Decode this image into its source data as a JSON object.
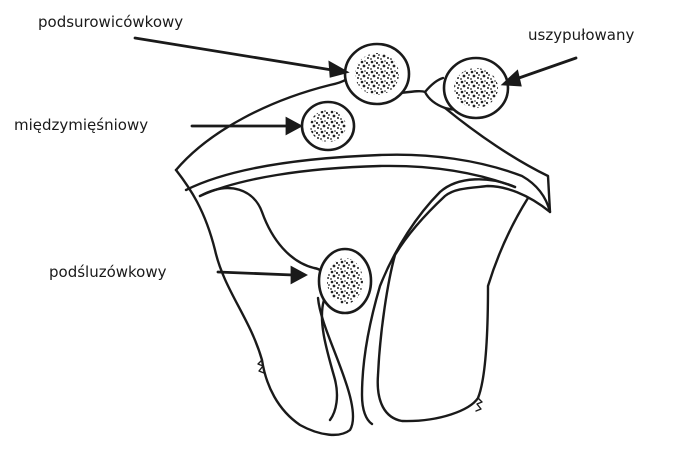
{
  "labels": {
    "subserosal": "podsurowicówkowy",
    "pedunculated": "uszypułowany",
    "intramural": "międzymięśniowy",
    "submucosal": "podśluzówkowy"
  },
  "colors": {
    "ink": "#1a1a1a",
    "background": "#ffffff"
  }
}
